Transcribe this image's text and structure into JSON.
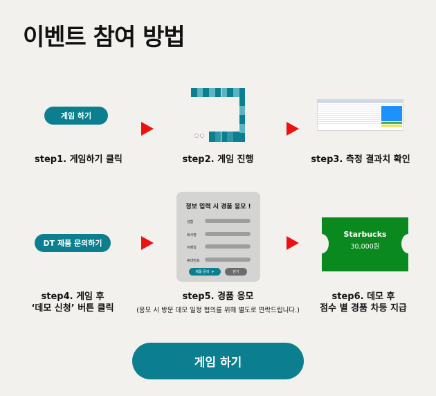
{
  "title": "이벤트 참여 방법",
  "colors": {
    "accent": "#0b7f8f",
    "arrow": "#ee1111",
    "ticket": "#0a8a1e"
  },
  "steps": [
    {
      "label": "step1. 게임하기 클릭",
      "button": "게임 하기"
    },
    {
      "label": "step2. 게임 진행"
    },
    {
      "label": "step3. 측정 결과치 확인"
    },
    {
      "label": "step4. 게임 후",
      "label2": "‘데모 신청’ 버튼 클릭",
      "button": "DT 제품 문의하기"
    },
    {
      "label": "step5. 경품 응모",
      "note": "(응모 시 방문 데모 일정 협의를 위해 별도로 연락드립니다.)"
    },
    {
      "label": "step6. 데모 후",
      "label2": "점수 별 경품 차등 지급"
    }
  ],
  "form": {
    "title": "정보 입력 시 경품 응모 !",
    "fields": [
      "성함",
      "회사명",
      "이메일",
      "휴대번호"
    ],
    "submit": "제품 문의",
    "close": "닫기"
  },
  "ticket": {
    "brand": "Starbucks",
    "price": "30,000원"
  },
  "cta": "게임 하기"
}
